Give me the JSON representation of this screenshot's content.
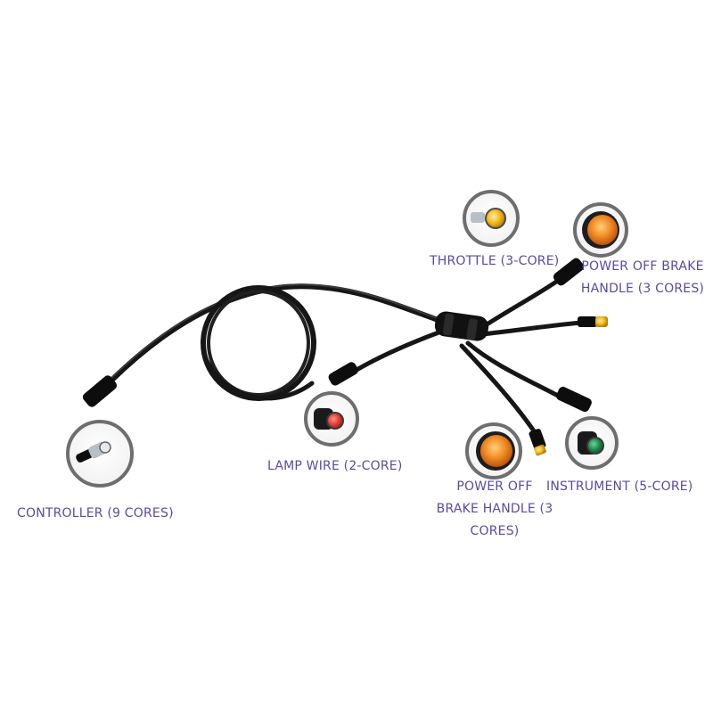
{
  "labels": {
    "throttle": "THROTTLE (3-CORE)",
    "power_off_brake_top": [
      "POWER OFF BRAKE",
      "HANDLE (3 CORES)"
    ],
    "lamp": "LAMP WIRE (2-CORE)",
    "power_off_brake_bottom": [
      "POWER OFF",
      "BRAKE HANDLE (3",
      "CORES)"
    ],
    "instrument": "INSTRUMENT (5-CORE)",
    "controller": "CONTROLLER (9 CORES)"
  },
  "colors": {
    "label": "#5b4aa0",
    "cable": "#161616",
    "bubble_ring": "#6e6e6e",
    "connector_yellow": "#f2b417",
    "connector_orange": "#f08a24",
    "connector_red": "#e03c35",
    "connector_green": "#1f8a4d",
    "connector_gray": "#b8c0c6"
  }
}
